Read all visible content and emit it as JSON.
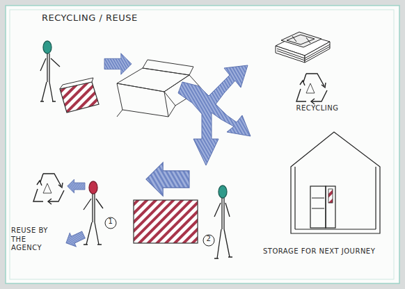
{
  "diagram": {
    "title": "RECYCLING / REUSE",
    "labels": [
      "RECYCLING",
      "1",
      "REUSE BY THE AGENCY",
      "2",
      "STORAGE FOR NEXT JOURNEY"
    ]
  }
}
